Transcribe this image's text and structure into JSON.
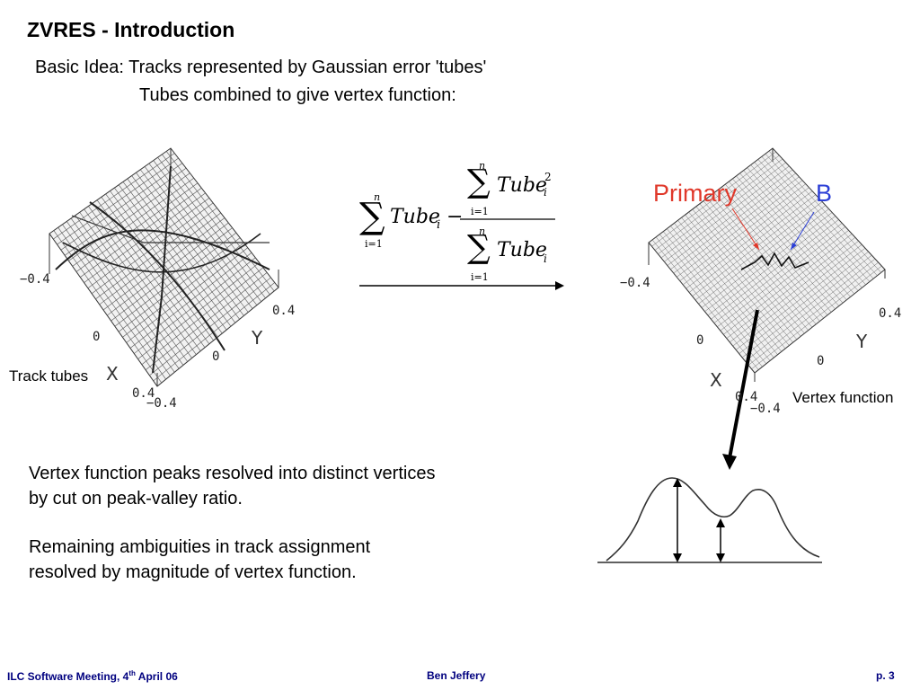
{
  "slide": {
    "title": "ZVRES - Introduction",
    "intro_line1": "Basic Idea: Tracks represented by Gaussian error 'tubes'",
    "intro_line2": "Tubes combined to give vertex function:"
  },
  "left_plot": {
    "caption": "Track tubes",
    "axis_x_label": "X",
    "axis_y_label": "Y",
    "tick_x_neg": "−0.4",
    "tick_x_zero": "0",
    "tick_x_pos": "0.4",
    "tick_y_neg": "−0.4",
    "tick_y_zero": "0",
    "tick_y_pos": "0.4"
  },
  "right_plot": {
    "caption": "Vertex function",
    "label_primary": "Primary",
    "label_b": "B",
    "axis_x_label": "X",
    "axis_y_label": "Y",
    "tick_x_neg": "−0.4",
    "tick_x_zero": "0",
    "tick_x_pos": "0.4",
    "tick_y_neg": "−0.4",
    "tick_y_zero": "0",
    "tick_y_pos": "0.4"
  },
  "formula": {
    "sum_upper": "n",
    "sum_lower": "i=1",
    "term": "Tube",
    "subscript": "i",
    "superscript": "2",
    "minus": "−"
  },
  "body_text": {
    "para1_line1": "Vertex function peaks resolved into distinct vertices",
    "para1_line2": "by cut on peak-valley ratio.",
    "para2_line1": "Remaining ambiguities in track assignment",
    "para2_line2": "resolved by magnitude of vertex function."
  },
  "footer": {
    "left_prefix": "ILC Software Meeting, 4",
    "left_sup": "th",
    "left_suffix": " April 06",
    "center": "Ben Jeffery",
    "right": "p. 3"
  },
  "colors": {
    "primary_label": "#e0382a",
    "b_label": "#2c3fd6",
    "footer_text": "#00007f"
  }
}
